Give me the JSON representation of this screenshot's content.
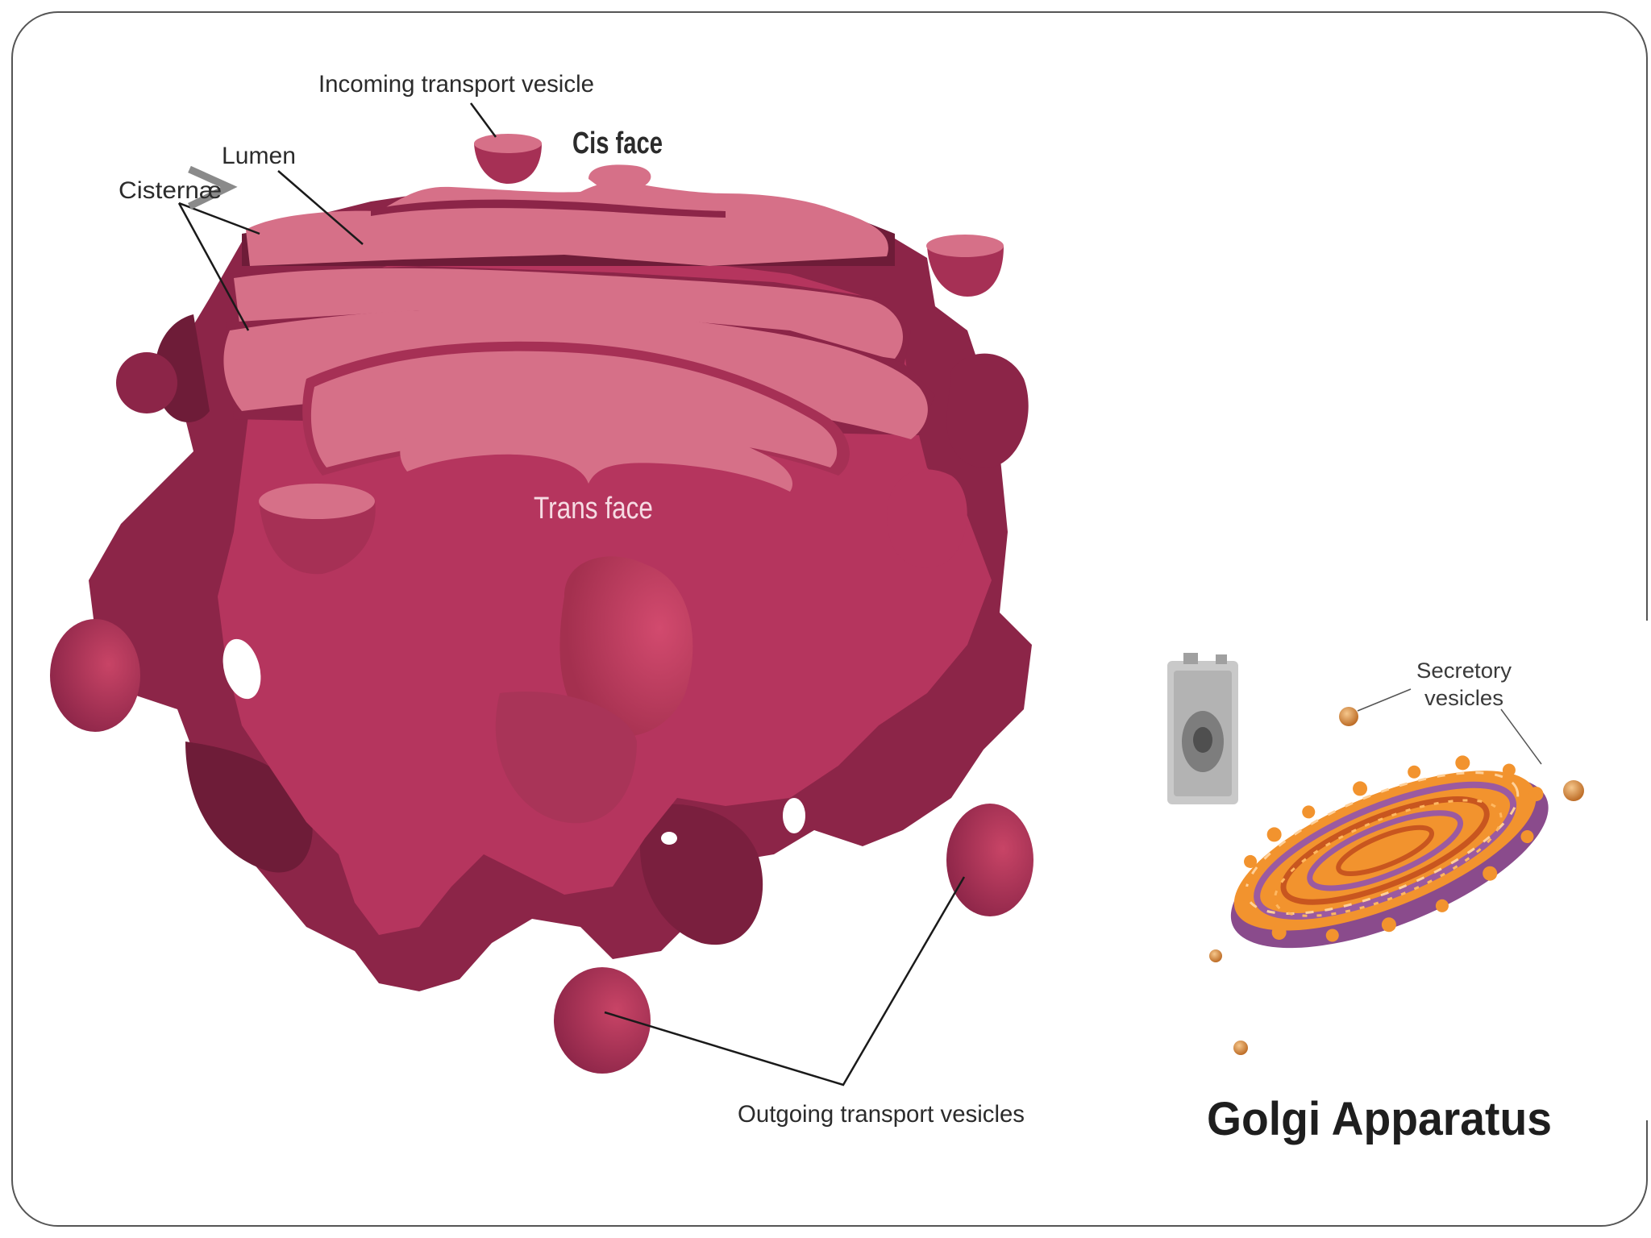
{
  "golgi_diagram": {
    "labels": {
      "incoming_vesicle": "Incoming transport vesicle",
      "cis_face": "Cis face",
      "lumen": "Lumen",
      "cisternae": "Cisternæ",
      "trans_face": "Trans face",
      "outgoing_vesicles": "Outgoing transport vesicles"
    },
    "colors": {
      "light": "#d67088",
      "mid": "#b5355e",
      "dark": "#8c2548",
      "darkest": "#6e1c38"
    }
  },
  "photo_panel": {
    "callout": "Secretory vesicles",
    "callout_line1": "Secretory",
    "callout_line2": "vesicles",
    "title": "Golgi Apparatus",
    "colors": {
      "orange": "#f2932e",
      "purple": "#9b5aa0"
    }
  }
}
